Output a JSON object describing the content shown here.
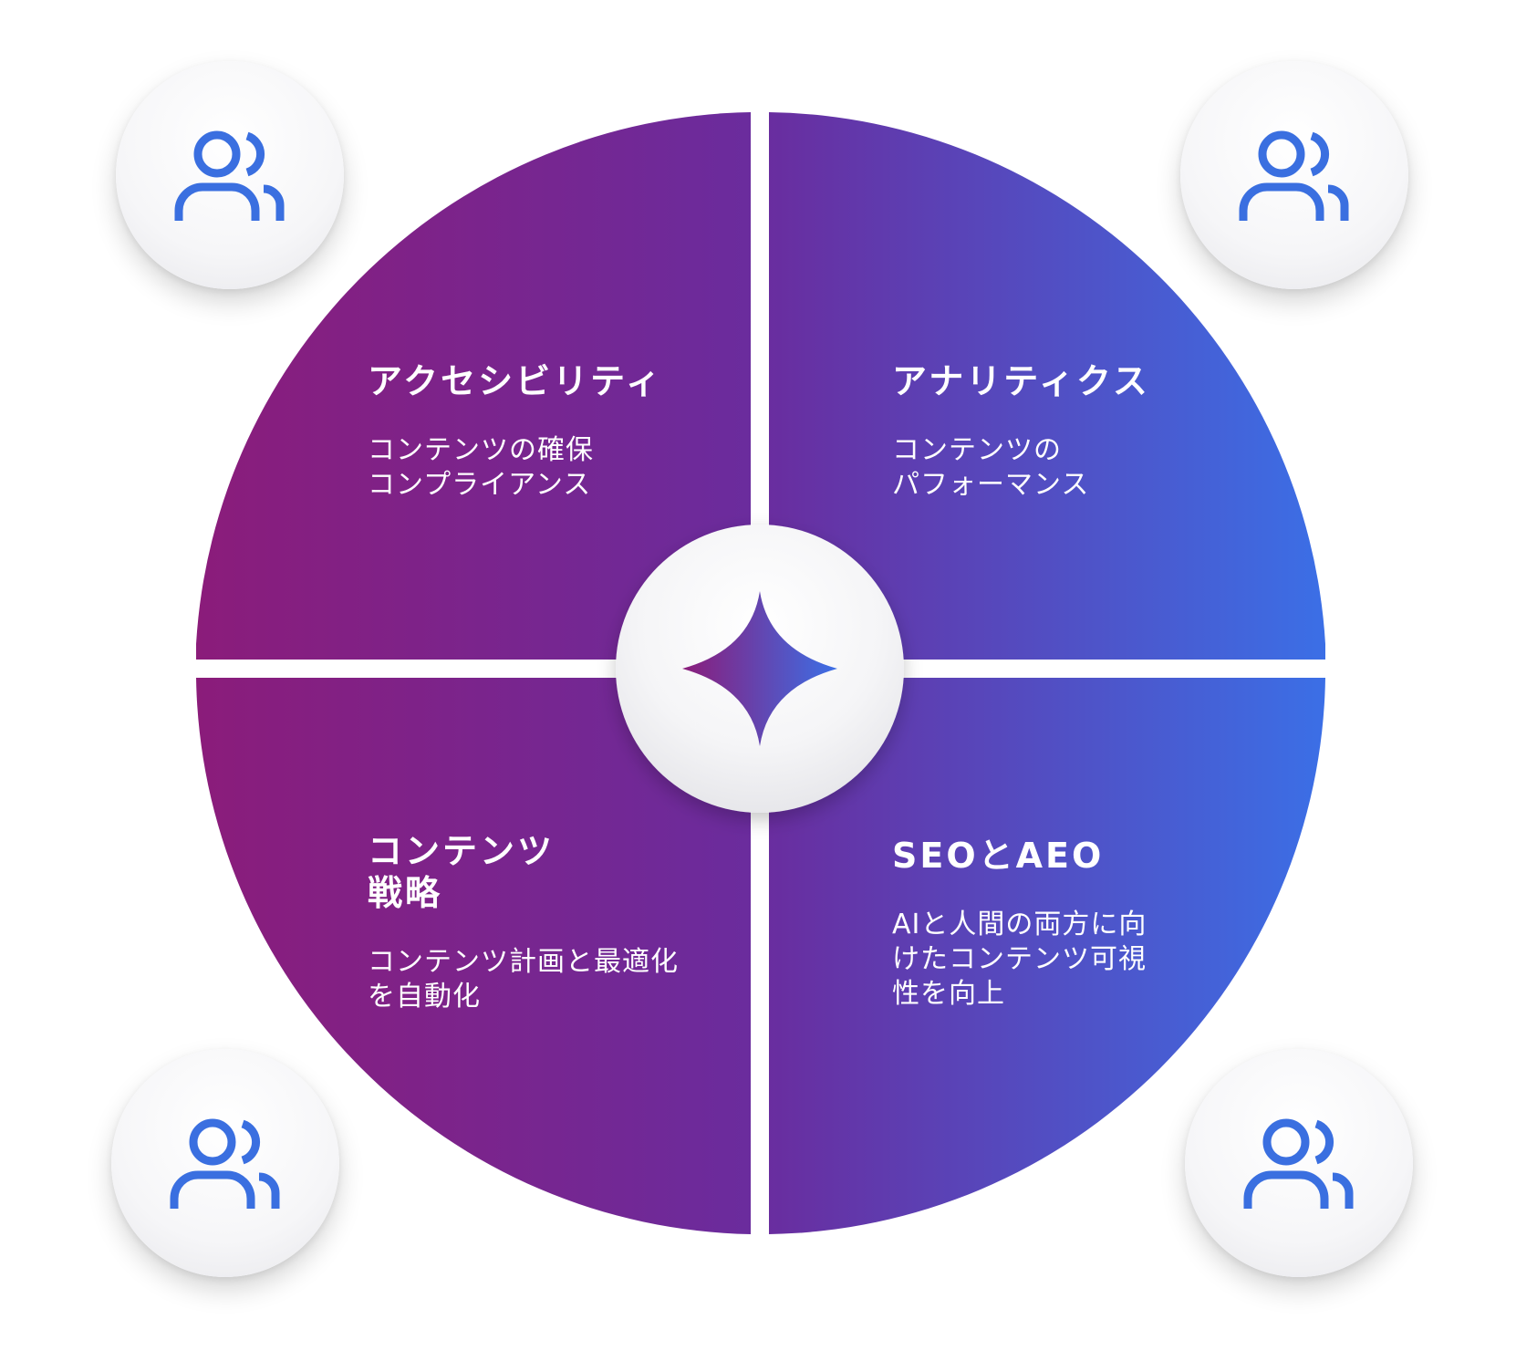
{
  "colors": {
    "gradient_left": "#8B1C7A",
    "gradient_mid": "#6A2C9E",
    "gradient_right": "#3B6FE6",
    "icon_blue": "#3A6FE0",
    "divider": "#ffffff"
  },
  "center": {
    "icon": "sparkle-star-icon"
  },
  "quadrants": {
    "top_left": {
      "title": "アクセシビリティ",
      "description": "コンテンツの確保\nコンプライアンス"
    },
    "top_right": {
      "title": "アナリティクス",
      "description": "コンテンツの\nパフォーマンス"
    },
    "bottom_left": {
      "title": "コンテンツ\n戦略",
      "description": "コンテンツ計画と最適化\nを自動化"
    },
    "bottom_right": {
      "title": "SEOとAEO",
      "description": "AIと人間の両方に向\nけたコンテンツ可視\n性を向上"
    }
  },
  "badges": {
    "icon": "users-icon"
  }
}
